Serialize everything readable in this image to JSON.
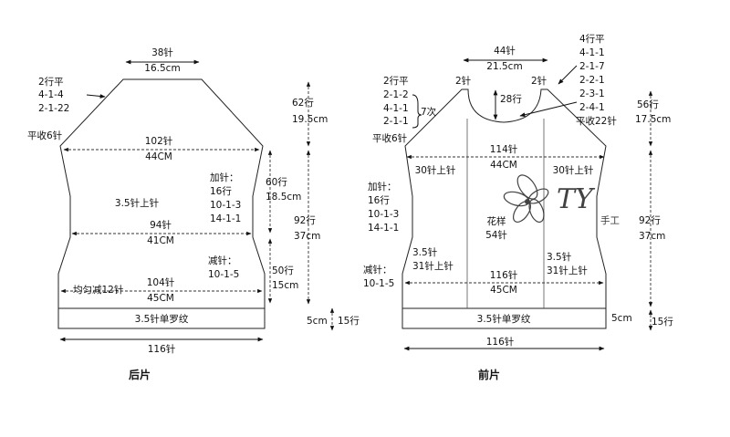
{
  "back": {
    "title": "后片",
    "top_width_st": "38针",
    "top_width_cm": "16.5cm",
    "raglan_note": [
      "2行平",
      "4-1-4",
      "2-1-22"
    ],
    "bind_off": "平收6针",
    "raglan_rows": "62行",
    "raglan_cm": "19.5cm",
    "chest_st": "102针",
    "chest_cm": "44CM",
    "pattern": "3.5针上针",
    "inc_title": "加针：",
    "inc_rows": [
      "16行",
      "10-1-3",
      "14-1-1"
    ],
    "inc_len_rows": "60行",
    "inc_len_cm": "18.5cm",
    "waist_st": "94针",
    "waist_cm": "41CM",
    "total_rows": "92行",
    "total_cm": "37cm",
    "dec_title": "减针：",
    "dec_rows": "10-1-5",
    "dec_len_rows": "50行",
    "dec_len_cm": "15cm",
    "even_dec": "均匀减12针",
    "hip_st": "104针",
    "hip_cm": "45CM",
    "rib": "3.5针单罗纹",
    "rib_cm": "5cm",
    "rib_rows": "15行",
    "bottom_st": "116针"
  },
  "front": {
    "title": "前片",
    "top_width_st": "44针",
    "top_width_cm": "21.5cm",
    "shoulder_st_left": "2针",
    "shoulder_st_right": "2针",
    "neck_rows": "28行",
    "left_note": [
      "2行平",
      "2-1-2",
      "4-1-1",
      "2-1-1"
    ],
    "left_note_repeat": "7次",
    "right_note": [
      "4行平",
      "4-1-1",
      "2-1-7",
      "2-2-1",
      "2-3-1",
      "2-4-1"
    ],
    "bind_off_left": "平收6针",
    "bind_off_right": "平收22针",
    "raglan_rows": "56行",
    "raglan_cm": "17.5cm",
    "chest_st": "114针",
    "chest_cm": "44CM",
    "side_left": "30针上针",
    "side_right": "30针上针",
    "inc_title": "加针：",
    "inc_rows": [
      "16行",
      "10-1-3",
      "14-1-1"
    ],
    "motif_title": "花样",
    "motif_st": "54针",
    "total_rows": "92行",
    "total_cm": "37cm",
    "panel_left": [
      "3.5针",
      "31针上针"
    ],
    "panel_right": [
      "3.5针",
      "31针上针"
    ],
    "dec_title": "减针：",
    "dec_rows": "10-1-5",
    "hip_st": "116针",
    "hip_cm": "45CM",
    "rib": "3.5针单罗纹",
    "rib_cm": "5cm",
    "rib_rows": "15行",
    "bottom_st": "116针"
  },
  "watermark": {
    "monogram": "TY",
    "text": "手工"
  }
}
